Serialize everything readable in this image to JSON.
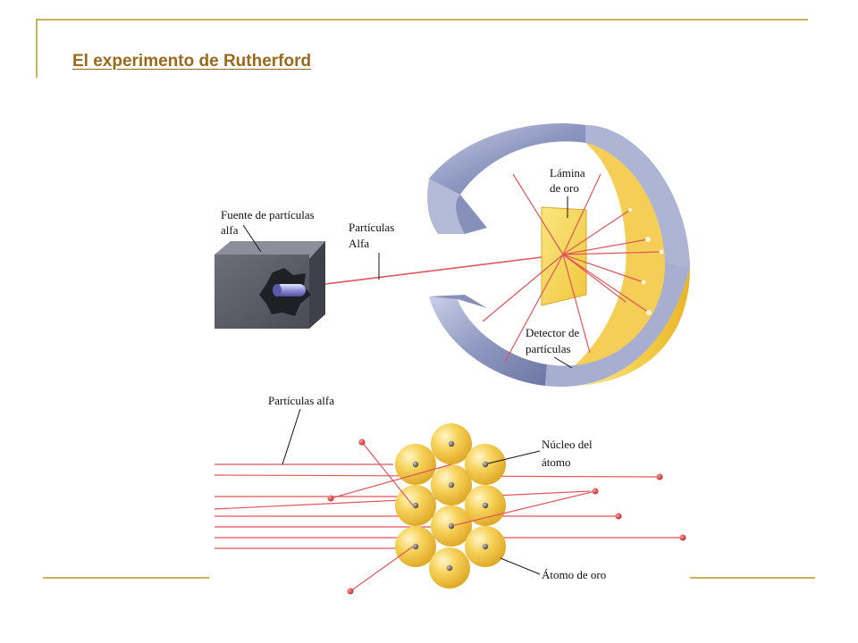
{
  "slide": {
    "title": "El experimento de Rutherford",
    "accent_color": "#9a6a1c",
    "rule_color": "#c9b45a"
  },
  "apparatus": {
    "source_label_1": "Fuente de partículas",
    "source_label_2": "alfa",
    "particles_label_1": "Partículas",
    "particles_label_2": "Alfa",
    "foil_label_1": "Lámina",
    "foil_label_2": "de oro",
    "detector_label_1": "Detector de",
    "detector_label_2": "partículas"
  },
  "atoms": {
    "particles_label": "Partículas alfa",
    "nucleus_label_1": "Núcleo del",
    "nucleus_label_2": "átomo",
    "gold_atom_label": "Átomo de oro"
  },
  "colors": {
    "beam": "#e0565a",
    "gold": "#f2c33a",
    "detector_outer": "#9aa3c8"
  }
}
